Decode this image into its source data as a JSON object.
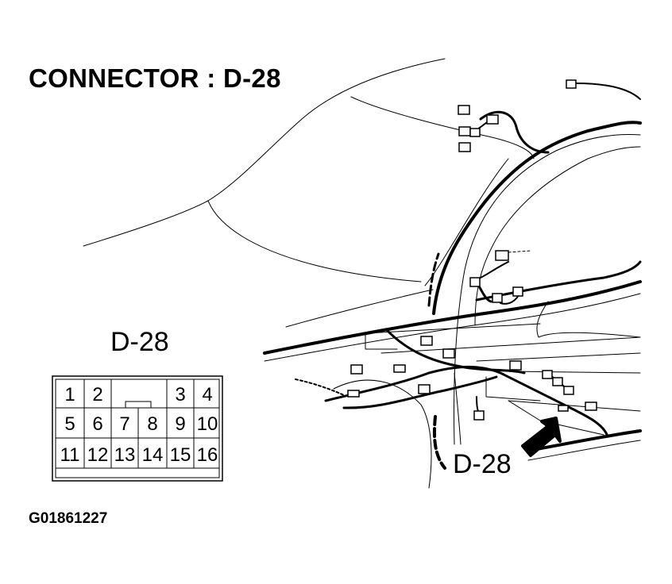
{
  "title": "CONNECTOR : D-28",
  "connector_label": "D-28",
  "callout_label": "D-28",
  "figure_id": "G01861227",
  "connector": {
    "rows": [
      [
        "1",
        "2",
        "",
        "",
        "3",
        "4"
      ],
      [
        "5",
        "6",
        "7",
        "8",
        "9",
        "10"
      ],
      [
        "11",
        "12",
        "13",
        "14",
        "15",
        "16"
      ]
    ]
  }
}
